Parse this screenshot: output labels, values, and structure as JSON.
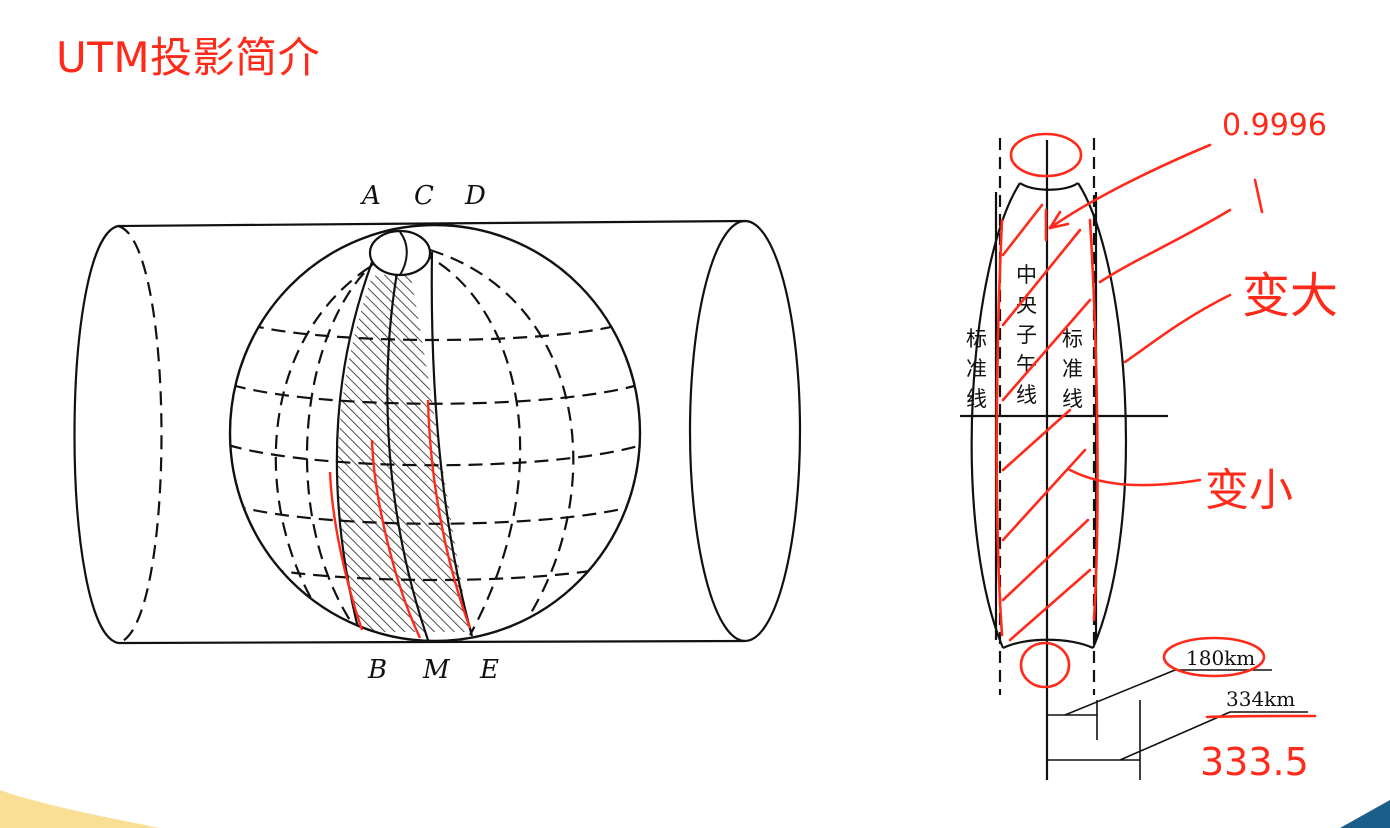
{
  "slide": {
    "title": "UTM投影简介"
  },
  "globe": {
    "top_labels": [
      "A",
      "C",
      "D"
    ],
    "bottom_labels": [
      "B",
      "M",
      "E"
    ]
  },
  "zone": {
    "left_standard_line": [
      "标",
      "准",
      "线"
    ],
    "central_meridian": [
      "中",
      "央",
      "子",
      "午",
      "线"
    ],
    "right_standard_line": [
      "标",
      "准",
      "线"
    ],
    "dim_180": "180km",
    "dim_334": "334km"
  },
  "annotations": {
    "scale_central": "0.9996",
    "scale_standard": "1",
    "becomes_larger": "变大",
    "becomes_smaller": "变小",
    "width_corrected": "333.5"
  },
  "colors": {
    "annotation_red": "#ff2a1a",
    "line_black": "#111111",
    "hatch_gray": "#9a9a9a",
    "footer_teal": "#1a5e8a"
  }
}
